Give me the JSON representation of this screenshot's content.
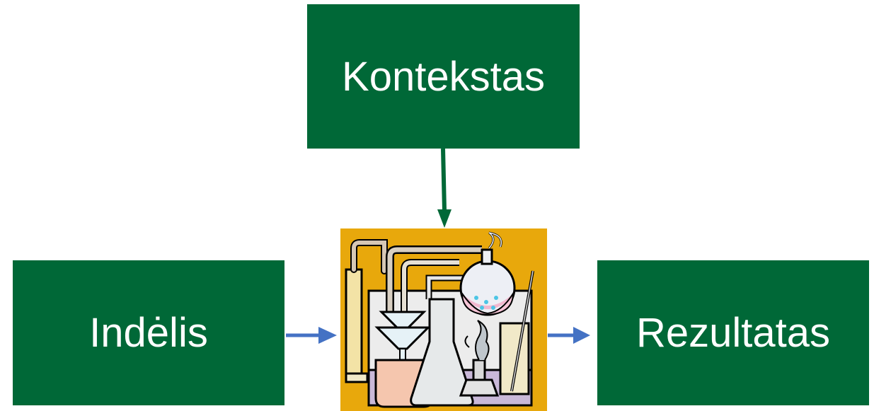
{
  "diagram": {
    "context_label": "Kontekstas",
    "input_label": "Indėlis",
    "result_label": "Rezultatas"
  },
  "colors": {
    "box_fill": "#006837",
    "box_text": "#ffffff",
    "arrow_green": "#006837",
    "arrow_blue": "#4472C4",
    "clipart_background": "#E8A80C"
  },
  "icons": {
    "process_image": "chemistry-lab-apparatus-icon"
  }
}
